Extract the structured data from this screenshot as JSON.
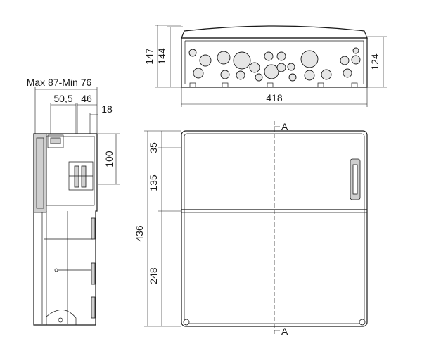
{
  "top_view": {
    "dim_overall_height": "147",
    "dim_body_height": "144",
    "dim_right_height": "124",
    "dim_width": "418"
  },
  "side_view": {
    "dim_depth_range": "Max 87-Min 76",
    "dim_50_5": "50,5",
    "dim_46": "46",
    "dim_18": "18",
    "dim_100": "100"
  },
  "front_view": {
    "section_marker_top": "A",
    "section_marker_bottom": "A",
    "dim_35": "35",
    "dim_135": "135",
    "dim_436": "436",
    "dim_248": "248"
  }
}
